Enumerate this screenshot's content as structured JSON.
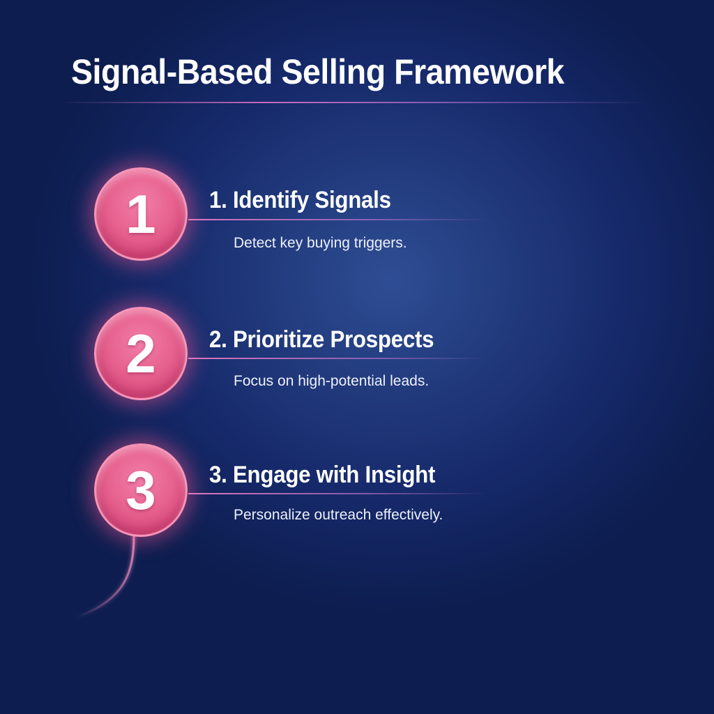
{
  "header": {
    "title": "Signal-Based Selling Framework"
  },
  "steps": [
    {
      "number": "1",
      "title": "1. Identify Signals",
      "description": "Detect key buying triggers."
    },
    {
      "number": "2",
      "title": "2. Prioritize Prospects",
      "description": "Focus on high-potential leads."
    },
    {
      "number": "3",
      "title": "3. Engage with Insight",
      "description": "Personalize outreach effectively."
    }
  ],
  "colors": {
    "background": "#16296a",
    "background_highlight": "#2f4d94",
    "accent": "#e7628f",
    "accent_glow": "#f27ea8",
    "text": "#ffffff"
  }
}
